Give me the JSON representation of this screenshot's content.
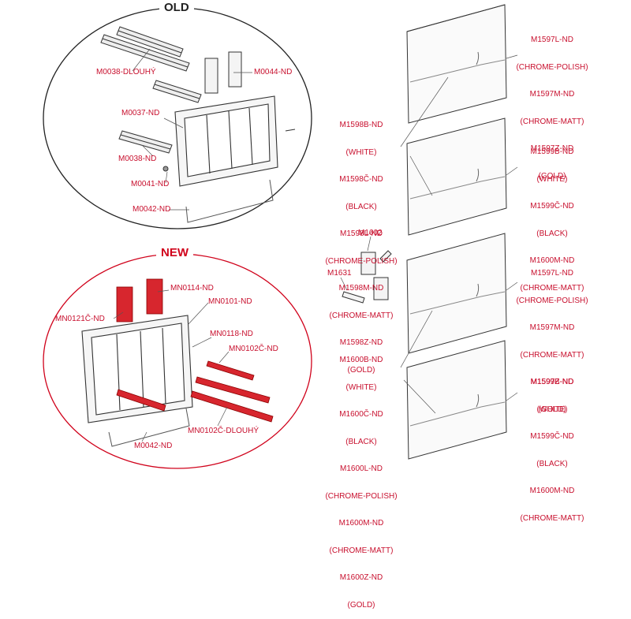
{
  "sections": {
    "old": "OLD",
    "new": "NEW"
  },
  "colors": {
    "label": "#c8102e",
    "accent_part": "#d7262e",
    "line": "#555555",
    "old_ring": "#222222",
    "new_ring": "#d0021b"
  },
  "old_parts": {
    "m0038_dlouhy": "M0038-DLOUHÝ",
    "m0044": "M0044-ND",
    "m0037": "M0037-ND",
    "m0038": "M0038-ND",
    "m0041": "M0041-ND",
    "m0042": "M0042-ND"
  },
  "new_parts": {
    "mn0121c": "MN0121Č-ND",
    "mn0114": "MN0114-ND",
    "mn0101": "MN0101-ND",
    "mn0118": "MN0118-ND",
    "mn0102c": "MN0102Č-ND",
    "mn0102c_dlouhy": "MN0102Č-DLOUHÝ",
    "m0042": "M0042-ND"
  },
  "mechanism": {
    "m1602": "M1602",
    "m1631": "M1631"
  },
  "plates": {
    "p1_right": [
      "M1597L-ND",
      "(CHROME-POLISH)",
      "M1597M-ND",
      "(CHROME-MATT)",
      "M1597Z-ND",
      "(GOLD)"
    ],
    "p12_left": [
      "M1598B-ND",
      "(WHITE)",
      "M1598Č-ND",
      "(BLACK)",
      "M1598L-ND",
      "(CHROME-POLISH)",
      "M1598M-ND",
      "(CHROME-MATT)",
      "M1598Z-ND",
      "(GOLD)"
    ],
    "p2_right": [
      "M1599B-ND",
      "(WHITE)",
      "M1599Č-ND",
      "(BLACK)",
      "M1600M-ND",
      "(CHROME-MATT)"
    ],
    "p3_right": [
      "M1597L-ND",
      "(CHROME-POLISH)",
      "M1597M-ND",
      "(CHROME-MATT)",
      "M1597Z-ND",
      "(GOLD)"
    ],
    "p34_left": [
      "M1600B-ND",
      "(WHITE)",
      "M1600Č-ND",
      "(BLACK)",
      "M1600L-ND",
      "(CHROME-POLISH)",
      "M1600M-ND",
      "(CHROME-MATT)",
      "M1600Z-ND",
      "(GOLD)"
    ],
    "p4_right": [
      "M1599B-ND",
      "(WHITE)",
      "M1599Č-ND",
      "(BLACK)",
      "M1600M-ND",
      "(CHROME-MATT)"
    ]
  }
}
